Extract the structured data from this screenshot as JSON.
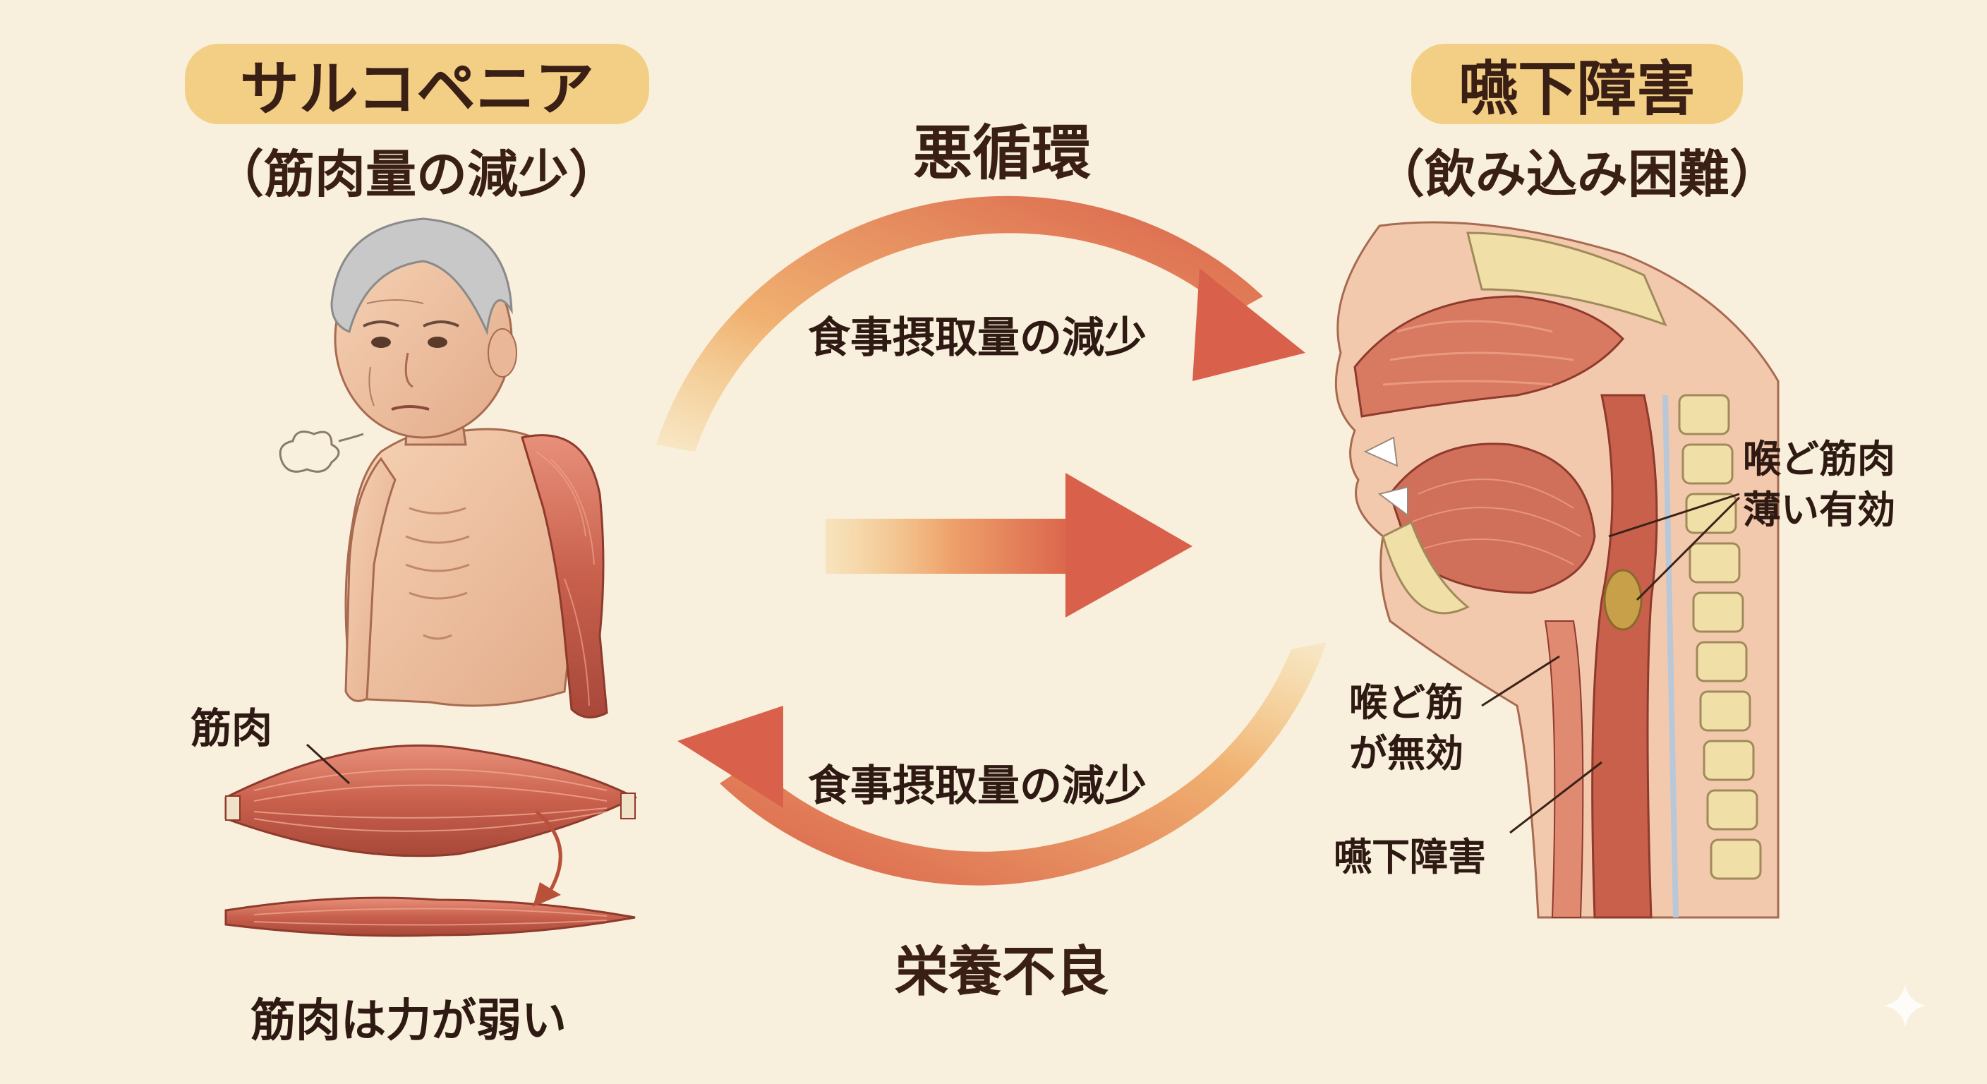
{
  "left": {
    "title": "サルコペニア",
    "subtitle": "（筋肉量の減少）",
    "muscle_label": "筋肉",
    "weak_label": "筋肉は力が弱い"
  },
  "center": {
    "title": "悪循環",
    "top_arrow_label": "食事摂取量の減少",
    "bottom_arrow_label": "食事摂取量の減少",
    "bottom_title": "栄養不良"
  },
  "right": {
    "title": "嚥下障害",
    "subtitle": "（飲み込み困難）",
    "annot_1_line1": "喉ど筋肉",
    "annot_1_line2": "薄い有効",
    "annot_2_line1": "喉ど筋",
    "annot_2_line2": "が無効",
    "annot_3": "嚥下障害"
  },
  "colors": {
    "background": "#f8f0dd",
    "pill": "#f3cf86",
    "arrow_start": "#f5c775",
    "arrow_end": "#d9604a",
    "muscle": "#d0705a"
  }
}
